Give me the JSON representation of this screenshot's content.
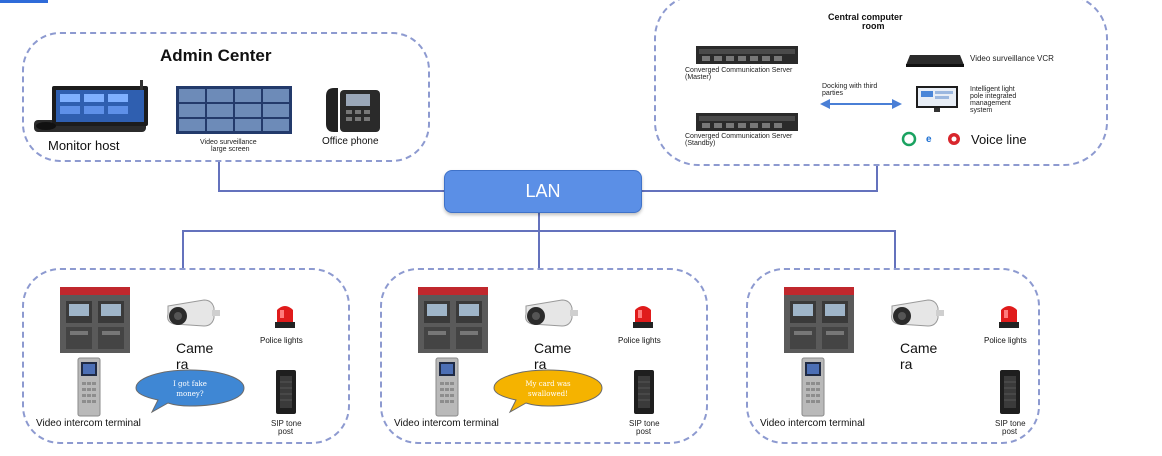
{
  "admin_center": {
    "title": "Admin Center",
    "monitor_host": "Monitor host",
    "video_screen_line1": "Video surveillance",
    "video_screen_line2": "large screen",
    "office_phone": "Office phone"
  },
  "central_room": {
    "title_line1": "Central computer",
    "title_line2": "room",
    "server_master_line1": "Converged  Communication  Server",
    "server_master_line2": "(Master)",
    "server_standby_line1": "Converged  Communication  Server",
    "server_standby_line2": "(Standby)",
    "docking_line1": "Docking  with third",
    "docking_line2": "parties",
    "vcr": "Video surveillance VCR",
    "lightpole_line1": "Intelligent light",
    "lightpole_line2": "pole integrated",
    "lightpole_line3": "management",
    "lightpole_line4": "system",
    "voice_line": "Voice line"
  },
  "lan": {
    "label": "LAN"
  },
  "terminals": [
    {
      "camera_line1": "Came",
      "camera_line2": "ra",
      "police_lights": "Police lights",
      "intercom": "Video intercom terminal",
      "sip_line1": "SIP tone",
      "sip_line2": "post",
      "bubble_line1": "I got fake",
      "bubble_line2": "money?",
      "bubble_color": "#3f87d4"
    },
    {
      "camera_line1": "Came",
      "camera_line2": "ra",
      "police_lights": "Police lights",
      "intercom": "Video intercom terminal",
      "sip_line1": "SIP tone",
      "sip_line2": "post",
      "bubble_line1": "My card was",
      "bubble_line2": "swallowed!",
      "bubble_color": "#f5b300"
    },
    {
      "camera_line1": "Came",
      "camera_line2": "ra",
      "police_lights": "Police lights",
      "intercom": "Video intercom terminal",
      "sip_line1": "SIP tone",
      "sip_line2": "post"
    }
  ],
  "colors": {
    "dashed_border": "#8d9ad0",
    "wire": "#6472bd",
    "lan_fill": "#5b8fe6",
    "arrow": "#4a7fd6"
  }
}
